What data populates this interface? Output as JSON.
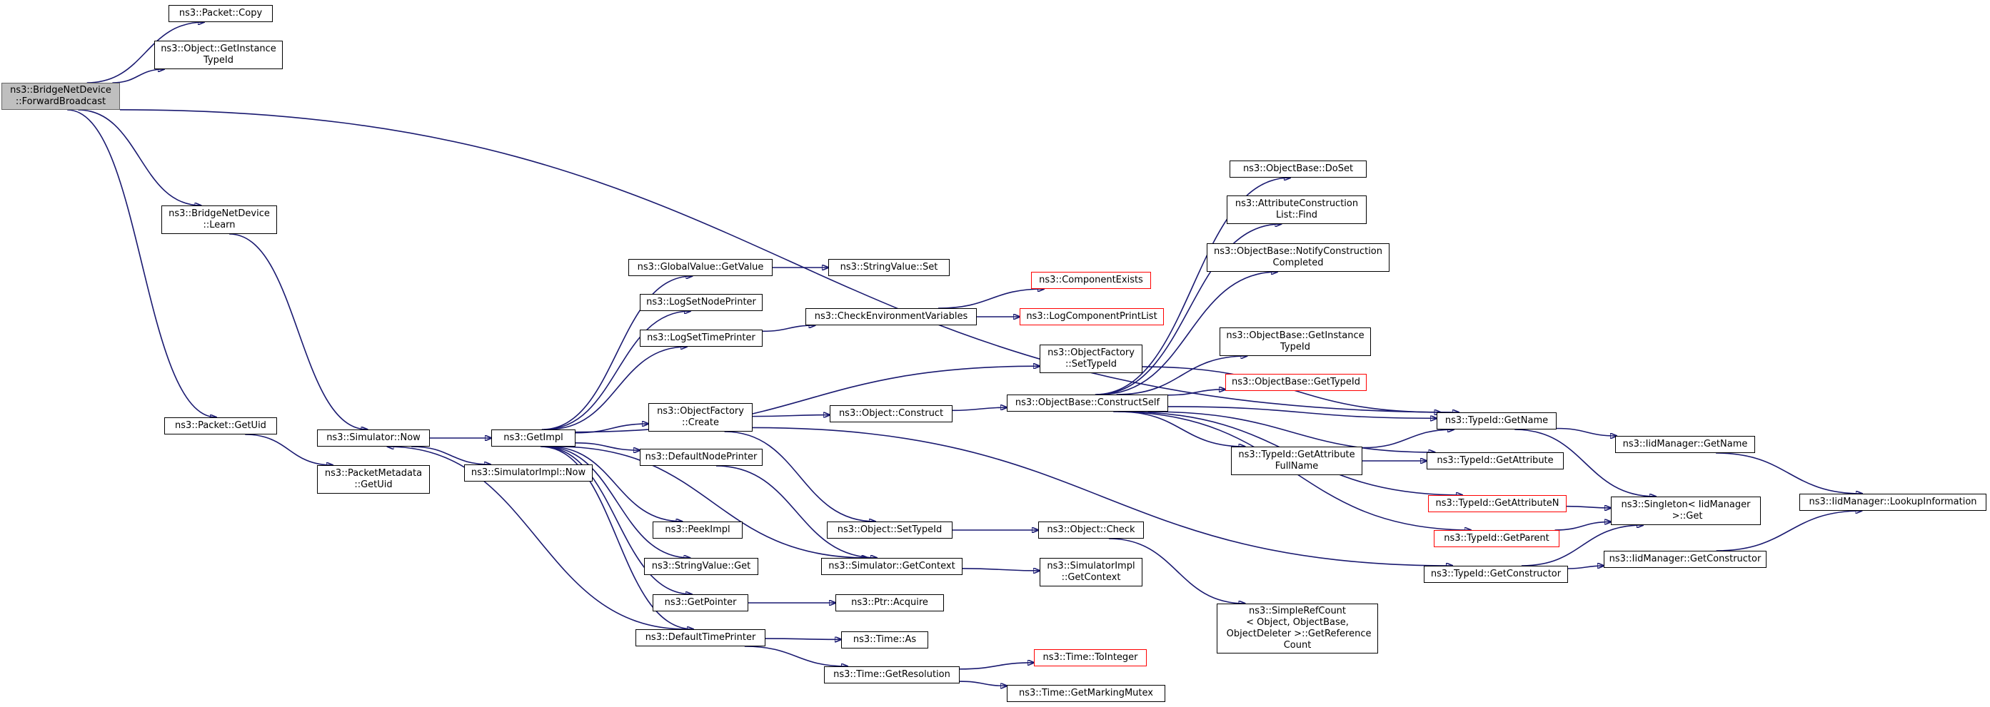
{
  "graph": {
    "root": "ForwardBroadcast",
    "nodes": {
      "ForwardBroadcast": "ns3::BridgeNetDevice\n::ForwardBroadcast",
      "PacketCopy": "ns3::Packet::Copy",
      "ObjGetInstanceTypeId": "ns3::Object::GetInstance\nTypeId",
      "Learn": "ns3::BridgeNetDevice\n::Learn",
      "PacketGetUid": "ns3::Packet::GetUid",
      "PacketMetadataGetUid": "ns3::PacketMetadata\n::GetUid",
      "SimulatorNow": "ns3::Simulator::Now",
      "SimulatorImplNow": "ns3::SimulatorImpl::Now",
      "GetImpl": "ns3::GetImpl",
      "GlobalValueGetValue": "ns3::GlobalValue::GetValue",
      "StringValueSet": "ns3::StringValue::Set",
      "LogSetNodePrinter": "ns3::LogSetNodePrinter",
      "LogSetTimePrinter": "ns3::LogSetTimePrinter",
      "CheckEnvVars": "ns3::CheckEnvironmentVariables",
      "ComponentExists": "ns3::ComponentExists",
      "LogComponentPrintList": "ns3::LogComponentPrintList",
      "ObjectFactorySetTypeId": "ns3::ObjectFactory\n::SetTypeId",
      "ObjectFactoryCreate": "ns3::ObjectFactory\n::Create",
      "ObjectConstruct": "ns3::Object::Construct",
      "ConstructSelf": "ns3::ObjectBase::ConstructSelf",
      "DefaultNodePrinter": "ns3::DefaultNodePrinter",
      "PeekImpl": "ns3::PeekImpl",
      "StringValueGet": "ns3::StringValue::Get",
      "GetPointer": "ns3::GetPointer",
      "PtrAcquire": "ns3::Ptr::Acquire",
      "DefaultTimePrinter": "ns3::DefaultTimePrinter",
      "TimeAs": "ns3::Time::As",
      "TimeGetResolution": "ns3::Time::GetResolution",
      "TimeToInteger": "ns3::Time::ToInteger",
      "TimeGetMarkingMutex": "ns3::Time::GetMarkingMutex",
      "ObjectSetTypeId": "ns3::Object::SetTypeId",
      "ObjectCheck": "ns3::Object::Check",
      "SimulatorGetContext": "ns3::Simulator::GetContext",
      "SimulatorImplGetContext": "ns3::SimulatorImpl\n::GetContext",
      "SimpleRefCount": "ns3::SimpleRefCount\n< Object, ObjectBase,\n ObjectDeleter >::GetReference\nCount",
      "ObjectBaseDoSet": "ns3::ObjectBase::DoSet",
      "AttrConstructionListFind": "ns3::AttributeConstruction\nList::Find",
      "NotifyConstructionCompleted": "ns3::ObjectBase::NotifyConstruction\nCompleted",
      "ObjectBaseGetInstanceTypeId": "ns3::ObjectBase::GetInstance\nTypeId",
      "ObjectBaseGetTypeId": "ns3::ObjectBase::GetTypeId",
      "TypeIdGetAttributeFullName": "ns3::TypeId::GetAttribute\nFullName",
      "TypeIdGetName": "ns3::TypeId::GetName",
      "TypeIdGetAttribute": "ns3::TypeId::GetAttribute",
      "TypeIdGetAttributeN": "ns3::TypeId::GetAttributeN",
      "TypeIdGetParent": "ns3::TypeId::GetParent",
      "TypeIdGetConstructor": "ns3::TypeId::GetConstructor",
      "IidManagerGetName": "ns3::IidManager::GetName",
      "SingletonGet": "ns3::Singleton< IidManager\n >::Get",
      "IidManagerGetConstructor": "ns3::IidManager::GetConstructor",
      "IidManagerLookupInformation": "ns3::IidManager::LookupInformation"
    },
    "truncated": [
      "ComponentExists",
      "LogComponentPrintList",
      "ObjectBaseGetTypeId",
      "TypeIdGetAttributeN",
      "TypeIdGetParent",
      "TimeToInteger"
    ],
    "edges": [
      [
        "ForwardBroadcast",
        "PacketCopy"
      ],
      [
        "ForwardBroadcast",
        "ObjGetInstanceTypeId"
      ],
      [
        "ForwardBroadcast",
        "TypeIdGetName"
      ],
      [
        "ForwardBroadcast",
        "Learn"
      ],
      [
        "ForwardBroadcast",
        "PacketGetUid"
      ],
      [
        "Learn",
        "SimulatorNow"
      ],
      [
        "PacketGetUid",
        "PacketMetadataGetUid"
      ],
      [
        "SimulatorNow",
        "GetImpl"
      ],
      [
        "SimulatorNow",
        "SimulatorImplNow"
      ],
      [
        "GetImpl",
        "GlobalValueGetValue"
      ],
      [
        "GetImpl",
        "LogSetNodePrinter"
      ],
      [
        "GetImpl",
        "LogSetTimePrinter"
      ],
      [
        "GetImpl",
        "ObjectFactorySetTypeId"
      ],
      [
        "GetImpl",
        "ObjectFactoryCreate"
      ],
      [
        "GetImpl",
        "DefaultNodePrinter"
      ],
      [
        "GetImpl",
        "PeekImpl"
      ],
      [
        "GetImpl",
        "StringValueGet"
      ],
      [
        "GetImpl",
        "GetPointer"
      ],
      [
        "GetImpl",
        "DefaultTimePrinter"
      ],
      [
        "GetImpl",
        "SimulatorGetContext"
      ],
      [
        "GlobalValueGetValue",
        "StringValueSet"
      ],
      [
        "LogSetTimePrinter",
        "CheckEnvVars"
      ],
      [
        "CheckEnvVars",
        "ComponentExists"
      ],
      [
        "CheckEnvVars",
        "LogComponentPrintList"
      ],
      [
        "ObjectFactoryCreate",
        "ObjectConstruct"
      ],
      [
        "ObjectFactoryCreate",
        "ObjectSetTypeId"
      ],
      [
        "ObjectFactoryCreate",
        "TypeIdGetConstructor"
      ],
      [
        "ObjectConstruct",
        "ConstructSelf"
      ],
      [
        "DefaultNodePrinter",
        "SimulatorGetContext"
      ],
      [
        "DefaultTimePrinter",
        "SimulatorNow"
      ],
      [
        "DefaultTimePrinter",
        "TimeAs"
      ],
      [
        "DefaultTimePrinter",
        "TimeGetResolution"
      ],
      [
        "GetPointer",
        "PtrAcquire"
      ],
      [
        "TimeGetResolution",
        "TimeToInteger"
      ],
      [
        "TimeGetResolution",
        "TimeGetMarkingMutex"
      ],
      [
        "ObjectSetTypeId",
        "ObjectCheck"
      ],
      [
        "ObjectCheck",
        "SimpleRefCount"
      ],
      [
        "SimulatorGetContext",
        "SimulatorImplGetContext"
      ],
      [
        "ObjectFactorySetTypeId",
        "TypeIdGetName"
      ],
      [
        "ConstructSelf",
        "ObjectBaseDoSet"
      ],
      [
        "ConstructSelf",
        "AttrConstructionListFind"
      ],
      [
        "ConstructSelf",
        "NotifyConstructionCompleted"
      ],
      [
        "ConstructSelf",
        "ObjectBaseGetInstanceTypeId"
      ],
      [
        "ConstructSelf",
        "ObjectBaseGetTypeId"
      ],
      [
        "ConstructSelf",
        "TypeIdGetName"
      ],
      [
        "ConstructSelf",
        "TypeIdGetAttributeFullName"
      ],
      [
        "ConstructSelf",
        "TypeIdGetAttribute"
      ],
      [
        "ConstructSelf",
        "TypeIdGetAttributeN"
      ],
      [
        "ConstructSelf",
        "TypeIdGetParent"
      ],
      [
        "TypeIdGetAttributeFullName",
        "TypeIdGetName"
      ],
      [
        "TypeIdGetAttributeFullName",
        "TypeIdGetAttribute"
      ],
      [
        "TypeIdGetName",
        "IidManagerGetName"
      ],
      [
        "TypeIdGetName",
        "SingletonGet"
      ],
      [
        "TypeIdGetAttributeN",
        "SingletonGet"
      ],
      [
        "TypeIdGetParent",
        "SingletonGet"
      ],
      [
        "TypeIdGetConstructor",
        "SingletonGet"
      ],
      [
        "TypeIdGetConstructor",
        "IidManagerGetConstructor"
      ],
      [
        "IidManagerGetName",
        "IidManagerLookupInformation"
      ],
      [
        "IidManagerGetConstructor",
        "IidManagerLookupInformation"
      ]
    ]
  }
}
